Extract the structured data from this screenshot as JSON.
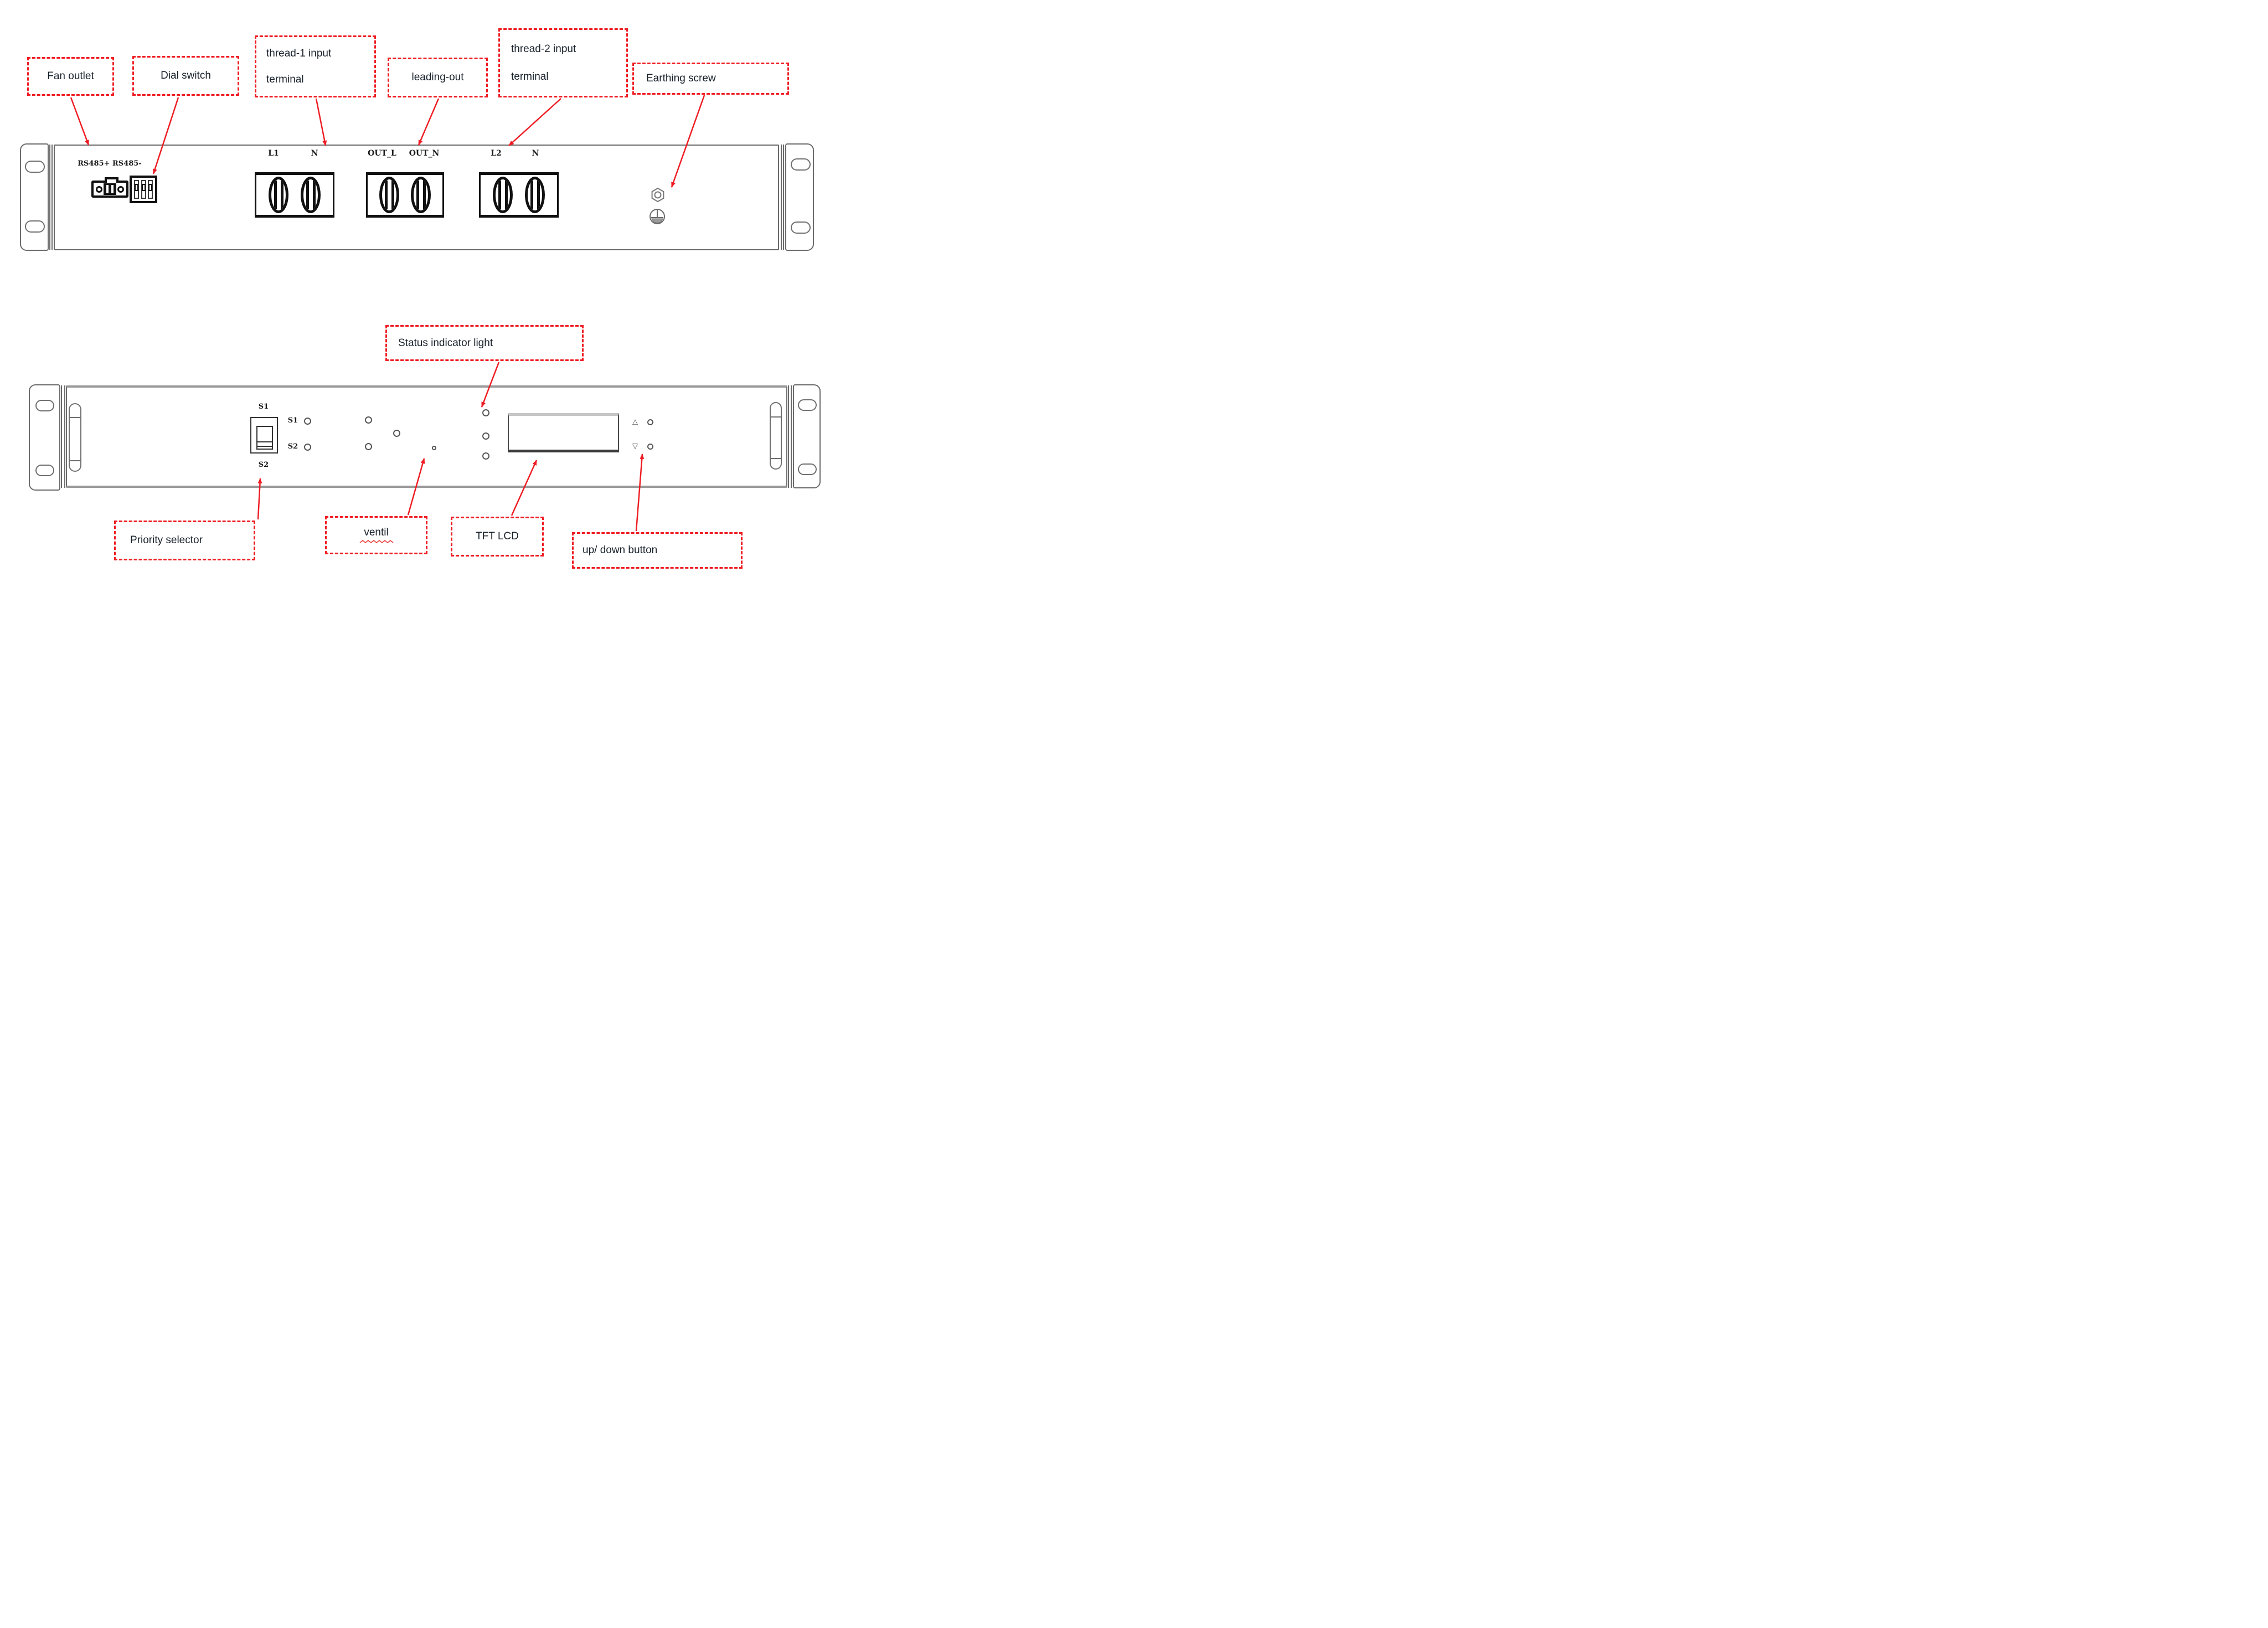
{
  "title": "Rack device rear and front panel callout diagram",
  "colors": {
    "callout_red": "#EE1D23",
    "panel_gray": "#6b6b6b",
    "ink": "#17202A"
  },
  "rear": {
    "callouts": {
      "fan": "Fan outlet",
      "dial": "Dial switch",
      "thread1_line1": "thread-1 input",
      "thread1_line2": "terminal",
      "leading": "leading-out",
      "thread2_line1": "thread-2 input",
      "thread2_line2": "terminal",
      "earthing": "Earthing screw"
    },
    "rs485_label": "RS485+ RS485-",
    "terminal_labels": [
      "L1",
      "N",
      "OUT_L",
      "OUT_N",
      "L2",
      "N"
    ]
  },
  "front": {
    "callouts": {
      "status": "Status indicator light",
      "priority": "Priority selector",
      "ventil": "ventil",
      "tft": "TFT LCD",
      "updown": "up/ down button"
    },
    "selector": {
      "top": "S1",
      "bottom": "S2"
    },
    "leds": {
      "s1": "S1",
      "s2": "S2"
    },
    "buttons": {
      "up": "△",
      "down": "▽"
    }
  }
}
